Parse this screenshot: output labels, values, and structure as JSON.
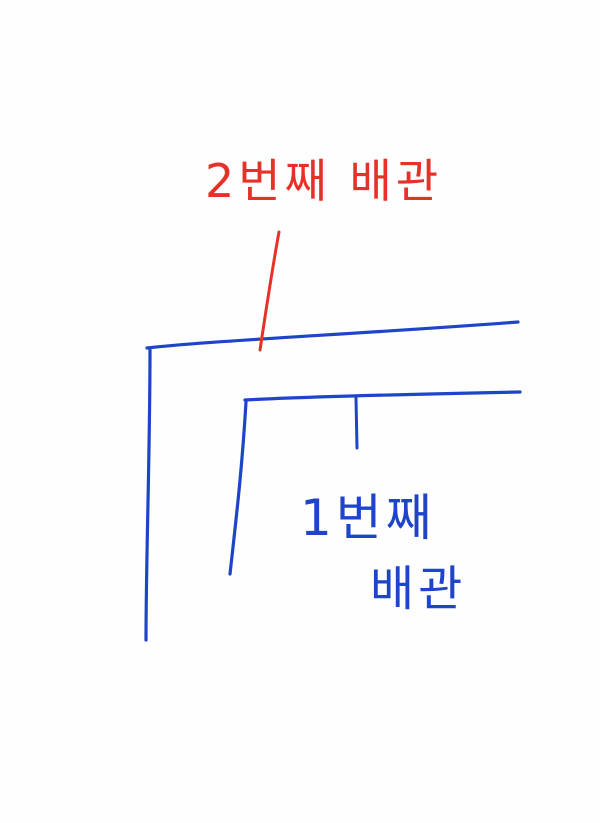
{
  "colors": {
    "background": "#fefefe",
    "second_pipe": "#e53228",
    "first_pipe": "#1d44c9"
  },
  "labels": {
    "second_pipe": "2번째 배관",
    "first_pipe_line1": "1번째",
    "first_pipe_line2": "배관"
  }
}
